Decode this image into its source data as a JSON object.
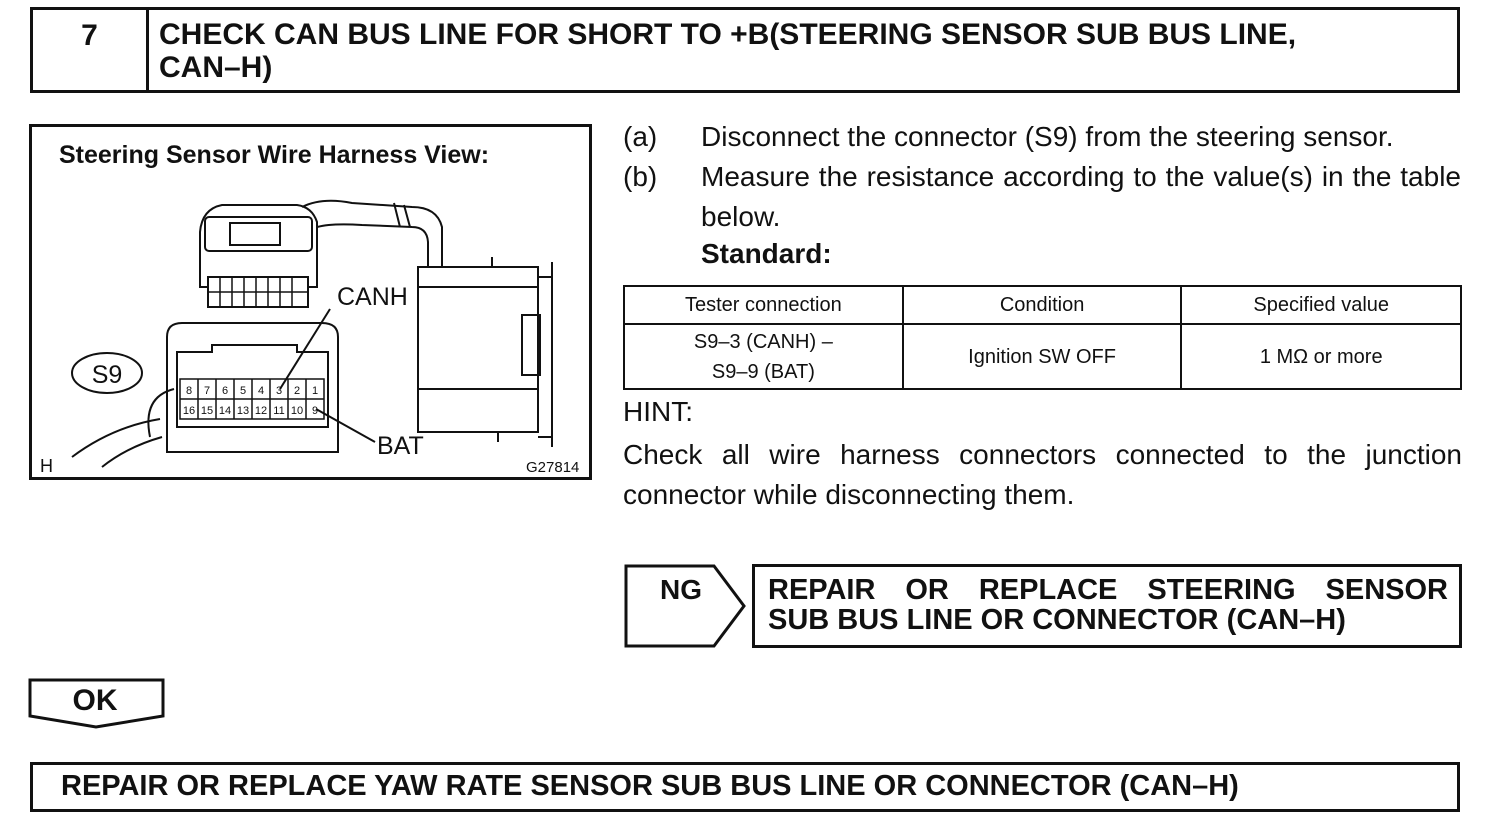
{
  "step": {
    "number": "7",
    "title_line1": "CHECK CAN BUS LINE FOR SHORT TO +B(STEERING SENSOR SUB BUS LINE,",
    "title_line2": "CAN–H)"
  },
  "figure": {
    "caption": "Steering Sensor Wire Harness View:",
    "connector_label": "S9",
    "label_canh": "CANH",
    "label_bat": "BAT",
    "corner_h": "H",
    "code": "G27814",
    "pins_top": [
      "8",
      "7",
      "6",
      "5",
      "4",
      "3",
      "2",
      "1"
    ],
    "pins_bottom": [
      "16",
      "15",
      "14",
      "13",
      "12",
      "11",
      "10",
      "9"
    ]
  },
  "instructions": {
    "a_letter": "(a)",
    "a_text": "Disconnect the connector (S9) from the steering sensor.",
    "b_letter": "(b)",
    "b_text": "Measure the resistance according to the value(s) in the table below.",
    "standard_label": "Standard:"
  },
  "table": {
    "headers": [
      "Tester connection",
      "Condition",
      "Specified value"
    ],
    "rows": [
      {
        "connection_line1": "S9–3 (CANH) –",
        "connection_line2": "S9–9 (BAT)",
        "condition": "Ignition SW OFF",
        "value": "1 MΩ or more"
      }
    ]
  },
  "hint": {
    "label": "HINT:",
    "text": "Check all wire harness connectors connected to the junction connector while disconnecting them."
  },
  "ng": {
    "label": "NG",
    "action_line1": "REPAIR OR REPLACE STEERING SENSOR",
    "action_line2": "SUB BUS LINE OR CONNECTOR (CAN–H)"
  },
  "ok": {
    "label": "OK",
    "action": "REPAIR OR REPLACE YAW RATE SENSOR SUB BUS LINE OR CONNECTOR (CAN–H)"
  }
}
